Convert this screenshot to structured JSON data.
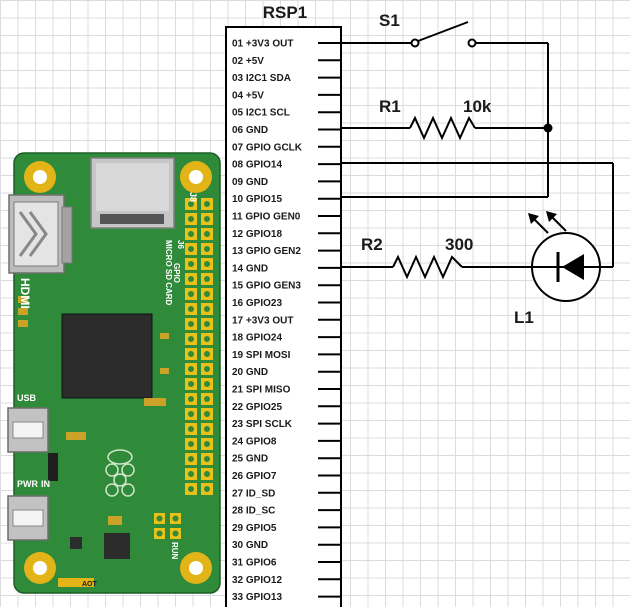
{
  "header": {
    "title": "RSP1"
  },
  "colors": {
    "board_green": "#2f8a3a",
    "board_dark_green": "#24702e",
    "mount_gold": "#e2b418",
    "chip_black": "#2c2c2c",
    "wire_black": "#000000",
    "grid_line": "#dcdcdc"
  },
  "board": {
    "usb_port_label": "USB",
    "power_port_label": "PWR",
    "power_in_label": "IN",
    "sd_card_label": "MICRO SD CARD",
    "j6_label": "J6",
    "hdmi_label": "HDMI",
    "gpio_label": "GPIO",
    "run_label": "RUN",
    "aot_label": "AOT",
    "j8_label": "J8",
    "logo_icon": "raspberry-logo-icon"
  },
  "pins": [
    "01 +3V3 OUT",
    "02 +5V",
    "03 I2C1 SDA",
    "04 +5V",
    "05 I2C1 SCL",
    "06 GND",
    "07 GPIO GCLK",
    "08 GPIO14",
    "09 GND",
    "10 GPIO15",
    "11 GPIO GEN0",
    "12 GPIO18",
    "13 GPIO GEN2",
    "14 GND",
    "15 GPIO GEN3",
    "16 GPIO23",
    "17 +3V3 OUT",
    "18 GPIO24",
    "19 SPI MOSI",
    "20 GND",
    "21 SPI MISO",
    "22 GPIO25",
    "23 SPI SCLK",
    "24 GPIO8",
    "25 GND",
    "26 GPIO7",
    "27 ID_SD",
    "28 ID_SC",
    "29 GPIO5",
    "30 GND",
    "31 GPIO6",
    "32 GPIO12",
    "33 GPIO13"
  ],
  "components": {
    "s1": {
      "label": "S1",
      "icon": "switch-icon"
    },
    "r1": {
      "label": "R1",
      "value": "10k",
      "icon": "resistor-icon"
    },
    "r2": {
      "label": "R2",
      "value": "300",
      "icon": "resistor-icon"
    },
    "l1": {
      "label": "L1",
      "icon": "led-icon"
    }
  }
}
